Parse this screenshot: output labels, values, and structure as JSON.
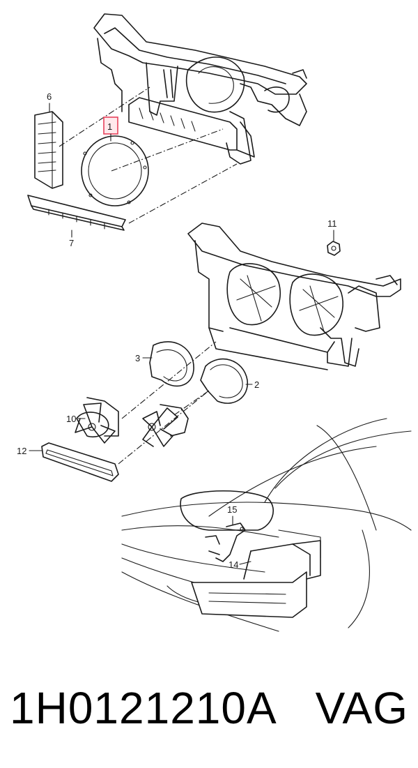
{
  "diagram": {
    "callouts": [
      {
        "id": "c1",
        "label": "1",
        "highlighted": true
      },
      {
        "id": "c2",
        "label": "2"
      },
      {
        "id": "c3",
        "label": "3"
      },
      {
        "id": "c6",
        "label": "6"
      },
      {
        "id": "c7",
        "label": "7"
      },
      {
        "id": "c10",
        "label": "10"
      },
      {
        "id": "c11",
        "label": "11"
      },
      {
        "id": "c12",
        "label": "12"
      },
      {
        "id": "c14",
        "label": "14"
      },
      {
        "id": "c15",
        "label": "15"
      }
    ],
    "highlight_color": "#e8425c"
  },
  "caption": {
    "part_number": "1H0121210A",
    "brand": "VAG"
  }
}
